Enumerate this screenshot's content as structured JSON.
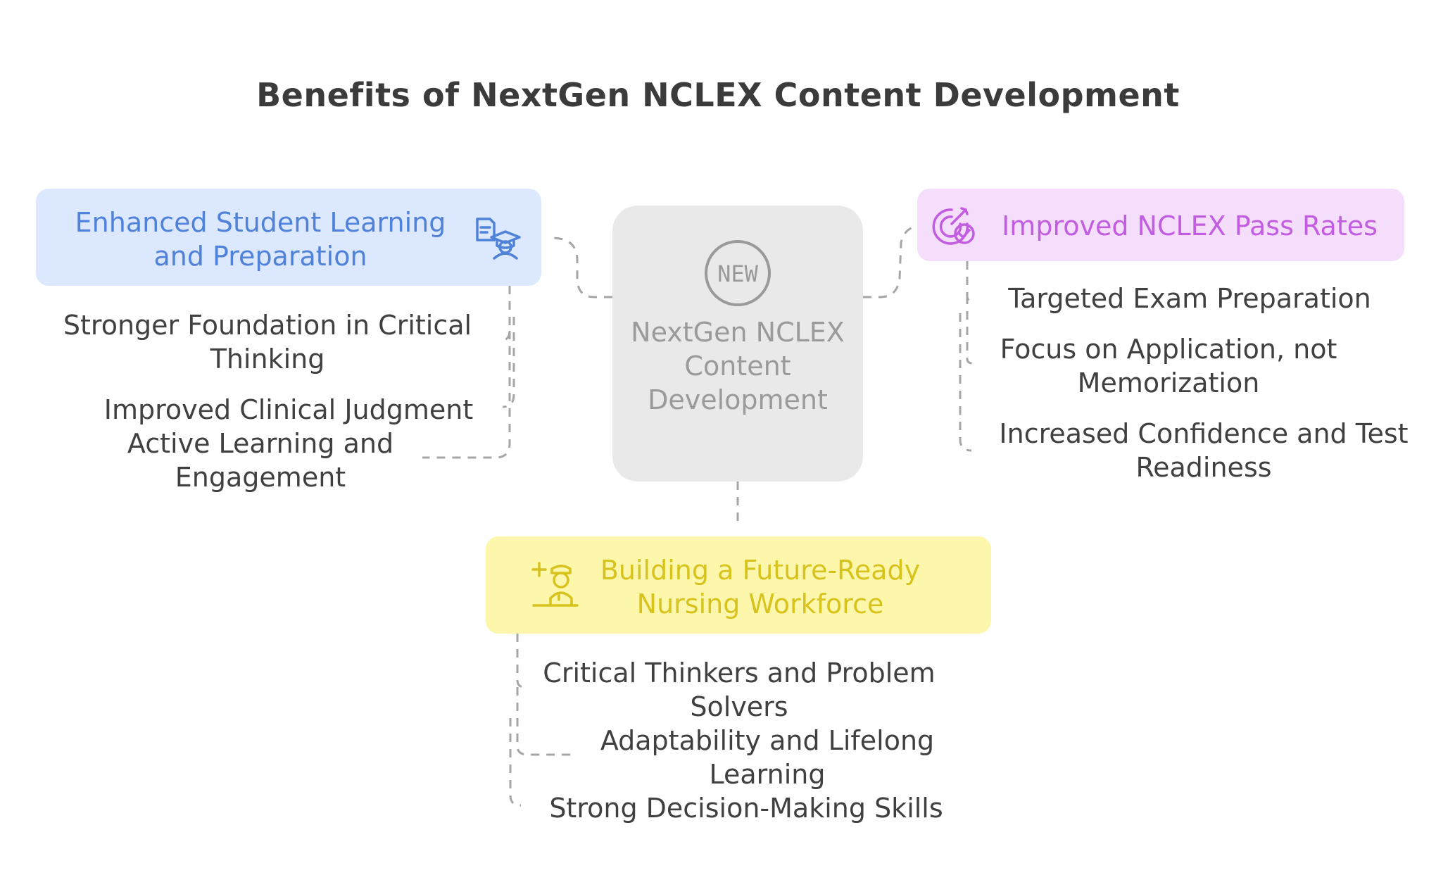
{
  "title": "Benefits of NextGen NCLEX Content Development",
  "center": {
    "badge": "NEW",
    "label": "NextGen NCLEX Content Development"
  },
  "branches": {
    "learning": {
      "title": "Enhanced Student Learning and Preparation",
      "color": "#4f82d8",
      "icon": "student-graduate-icon",
      "items": [
        "Stronger Foundation in Critical Thinking",
        "Improved Clinical Judgment",
        "Active Learning and Engagement"
      ]
    },
    "pass_rates": {
      "title": "Improved NCLEX Pass Rates",
      "color": "#c25ce0",
      "icon": "target-check-icon",
      "items": [
        "Targeted Exam Preparation",
        "Focus on Application, not Memorization",
        "Increased Confidence and Test Readiness"
      ]
    },
    "workforce": {
      "title": "Building a Future-Ready Nursing Workforce",
      "color": "#d8c21e",
      "icon": "nurse-icon",
      "items": [
        "Critical Thinkers and Problem Solvers",
        "Adaptability and Lifelong Learning",
        "Strong Decision-Making Skills"
      ]
    }
  }
}
